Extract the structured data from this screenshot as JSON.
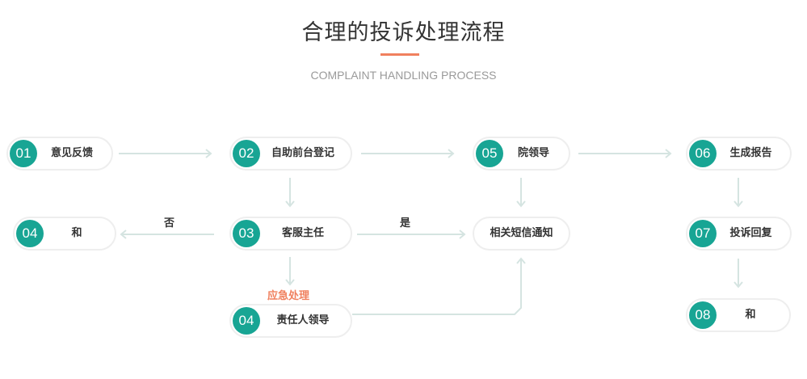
{
  "header": {
    "title": "合理的投诉处理流程",
    "subtitle": "COMPLAINT HANDLING PROCESS"
  },
  "nodes": [
    {
      "id": "n01",
      "number": "01",
      "label": "意见反馈"
    },
    {
      "id": "n02",
      "number": "02",
      "label": "自助前台登记"
    },
    {
      "id": "n05",
      "number": "05",
      "label": "院领导"
    },
    {
      "id": "n06",
      "number": "06",
      "label": "生成报告"
    },
    {
      "id": "n04a",
      "number": "04",
      "label": "和"
    },
    {
      "id": "n03",
      "number": "03",
      "label": "客服主任"
    },
    {
      "id": "nsms",
      "number": "",
      "label": "相关短信通知"
    },
    {
      "id": "n07",
      "number": "07",
      "label": "投诉回复"
    },
    {
      "id": "n04b",
      "number": "04",
      "label": "责任人领导"
    },
    {
      "id": "n08",
      "number": "08",
      "label": "和"
    }
  ],
  "edge_labels": {
    "no": "否",
    "yes": "是",
    "emergency": "应急处理"
  },
  "colors": {
    "accent": "#f0805e",
    "number_circle": "#18a594",
    "node_border": "#eeeeee",
    "arrow": "#d5e4e1"
  }
}
